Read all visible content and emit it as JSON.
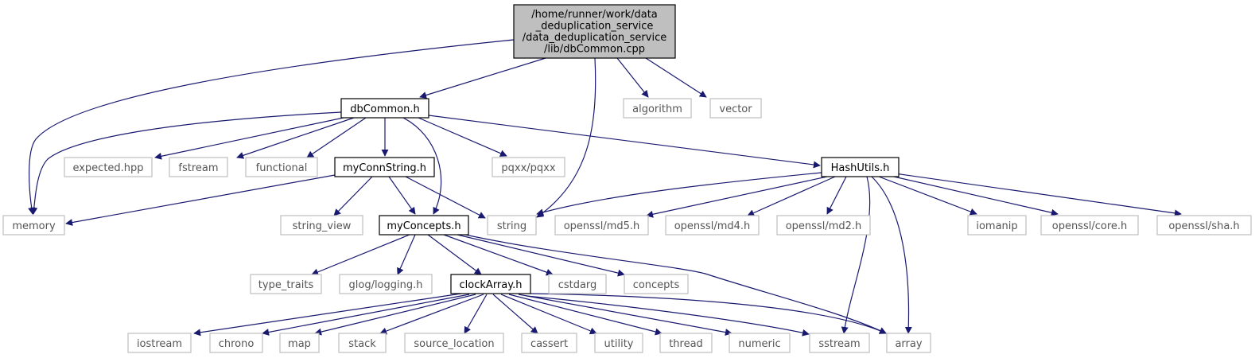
{
  "root": {
    "lines": [
      "/home/runner/work/data",
      "_deduplication_service",
      "/data_deduplication_service",
      "/lib/dbCommon.cpp"
    ]
  },
  "nodes": {
    "dbCommon_h": "dbCommon.h",
    "algorithm": "algorithm",
    "vector": "vector",
    "expected_hpp": "expected.hpp",
    "fstream": "fstream",
    "functional": "functional",
    "myConnString_h": "myConnString.h",
    "pqxx": "pqxx/pqxx",
    "HashUtils_h": "HashUtils.h",
    "memory": "memory",
    "string_view": "string_view",
    "myConcepts_h": "myConcepts.h",
    "string": "string",
    "openssl_md5": "openssl/md5.h",
    "openssl_md4": "openssl/md4.h",
    "openssl_md2": "openssl/md2.h",
    "iomanip": "iomanip",
    "openssl_core": "openssl/core.h",
    "openssl_sha": "openssl/sha.h",
    "type_traits": "type_traits",
    "glog_logging": "glog/logging.h",
    "clockArray_h": "clockArray.h",
    "cstdarg": "cstdarg",
    "concepts": "concepts",
    "iostream": "iostream",
    "chrono": "chrono",
    "map": "map",
    "stack": "stack",
    "source_location": "source_location",
    "cassert": "cassert",
    "utility": "utility",
    "thread": "thread",
    "numeric": "numeric",
    "sstream": "sstream",
    "array": "array"
  },
  "colors": {
    "edge": "#191970",
    "root_fill": "#bfbfbf",
    "internal_border": "#000000",
    "external_border": "#bfbfbf"
  }
}
